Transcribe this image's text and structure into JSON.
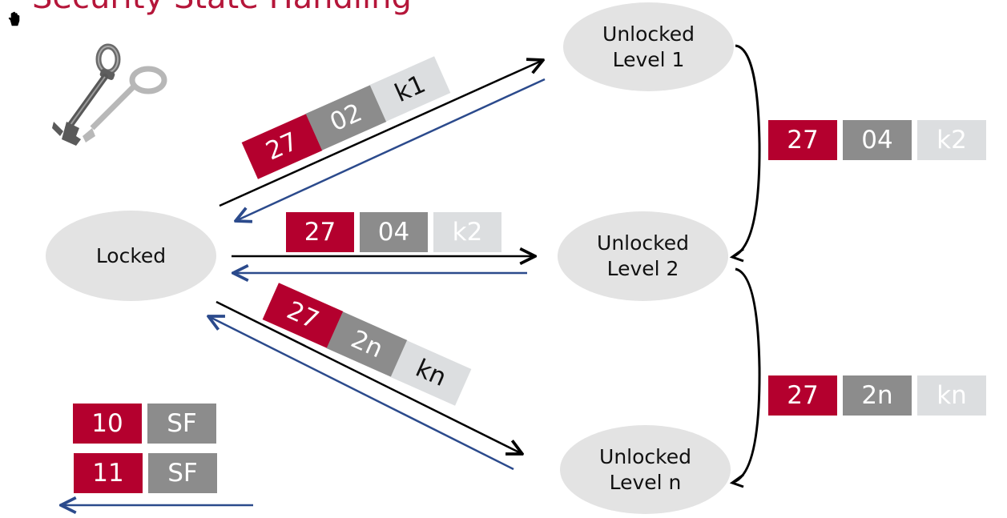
{
  "slide": {
    "title": "Security State Handling"
  },
  "states": {
    "locked": "Locked",
    "level1": "Unlocked\nLevel 1",
    "level2": "Unlocked\nLevel 2",
    "leveln": "Unlocked\nLevel n"
  },
  "messages": {
    "to_level1": [
      "27",
      "02",
      "k1"
    ],
    "to_level2": [
      "27",
      "04",
      "k2"
    ],
    "to_leveln": [
      "27",
      "2n",
      "kn"
    ],
    "l1_to_l2": [
      "27",
      "04",
      "k2"
    ],
    "l2_to_ln": [
      "27",
      "2n",
      "kn"
    ],
    "session_default": [
      "10",
      "SF"
    ],
    "ecu_reset": [
      "11",
      "SF"
    ]
  },
  "colors": {
    "accent_red": "#b4002e",
    "mid_grey": "#8c8c8c",
    "light_grey": "#dcdee0",
    "return_arrow_blue": "#2b4a8c",
    "title_red": "#b5163a"
  },
  "icons": [
    "key-icon",
    "hand-cursor-icon"
  ]
}
